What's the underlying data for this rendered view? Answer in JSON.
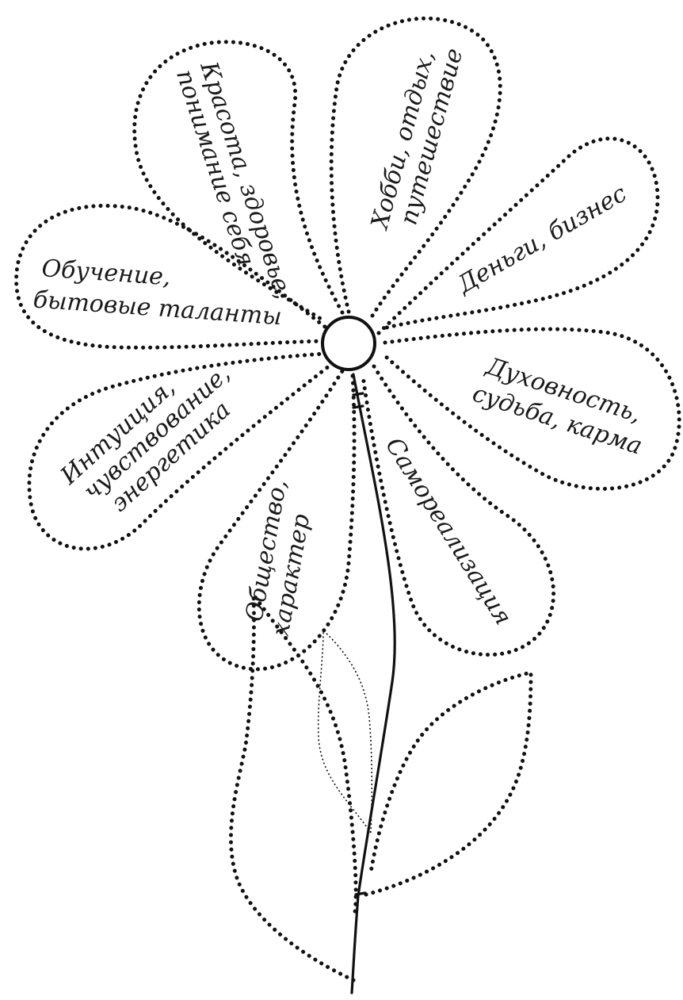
{
  "diagram": {
    "petals": [
      {
        "id": "top-left",
        "lines": [
          "Красота, здоровье,",
          "понимание себя"
        ]
      },
      {
        "id": "top-right",
        "lines": [
          "Хобби, отдых,",
          "путешествие"
        ]
      },
      {
        "id": "right-upper",
        "lines": [
          "Деньги, бизнес"
        ]
      },
      {
        "id": "right",
        "lines": [
          "Духовность,",
          "судьба, карма"
        ]
      },
      {
        "id": "bottom-right",
        "lines": [
          "Самореализация"
        ]
      },
      {
        "id": "bottom",
        "lines": [
          "Общество,",
          "характер"
        ]
      },
      {
        "id": "left-lower",
        "lines": [
          "Интуиция,",
          "чувствование,",
          "энергетика"
        ]
      },
      {
        "id": "left-upper",
        "lines": [
          "Обучение,",
          "бытовые таланты"
        ]
      }
    ]
  }
}
